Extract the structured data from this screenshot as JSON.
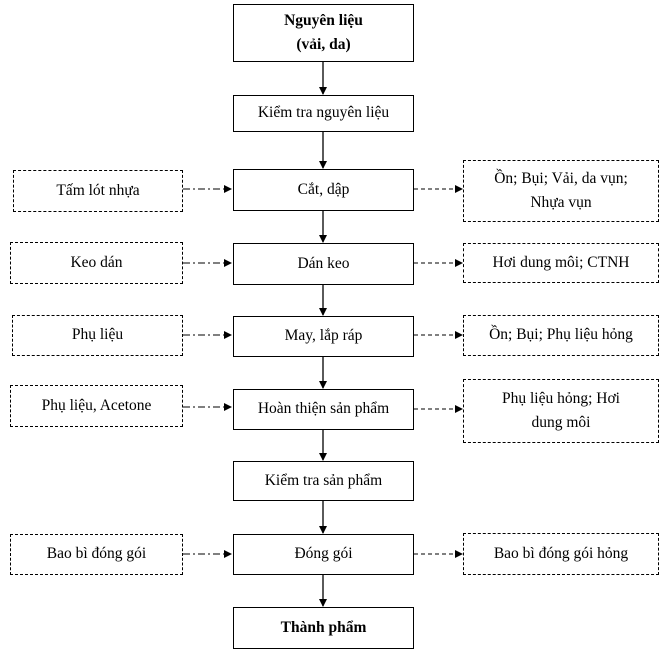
{
  "main_steps": [
    {
      "line1": "Nguyên liệu",
      "line2": "(vải, da)"
    },
    {
      "line1": "Kiểm tra nguyên liệu"
    },
    {
      "line1": "Cắt, dập"
    },
    {
      "line1": "Dán keo"
    },
    {
      "line1": "May, lắp ráp"
    },
    {
      "line1": "Hoàn thiện sản phẩm"
    },
    {
      "line1": "Kiểm tra sản phẩm"
    },
    {
      "line1": "Đóng gói"
    },
    {
      "line1": "Thành phẩm"
    }
  ],
  "inputs": [
    {
      "label": "Tấm lót nhựa"
    },
    {
      "label": "Keo dán"
    },
    {
      "label": "Phụ liệu"
    },
    {
      "label": "Phụ liệu, Acetone"
    },
    {
      "label": "Bao bì đóng gói"
    }
  ],
  "outputs": [
    {
      "line1": "Ồn; Bụi; Vải, da vụn;",
      "line2": "Nhựa vụn"
    },
    {
      "line1": "Hơi dung môi; CTNH"
    },
    {
      "line1": "Ồn; Bụi; Phụ liệu hỏng"
    },
    {
      "line1": "Phụ liệu hỏng; Hơi",
      "line2": "dung môi"
    },
    {
      "line1": "Bao bì đóng gói hỏng"
    }
  ]
}
